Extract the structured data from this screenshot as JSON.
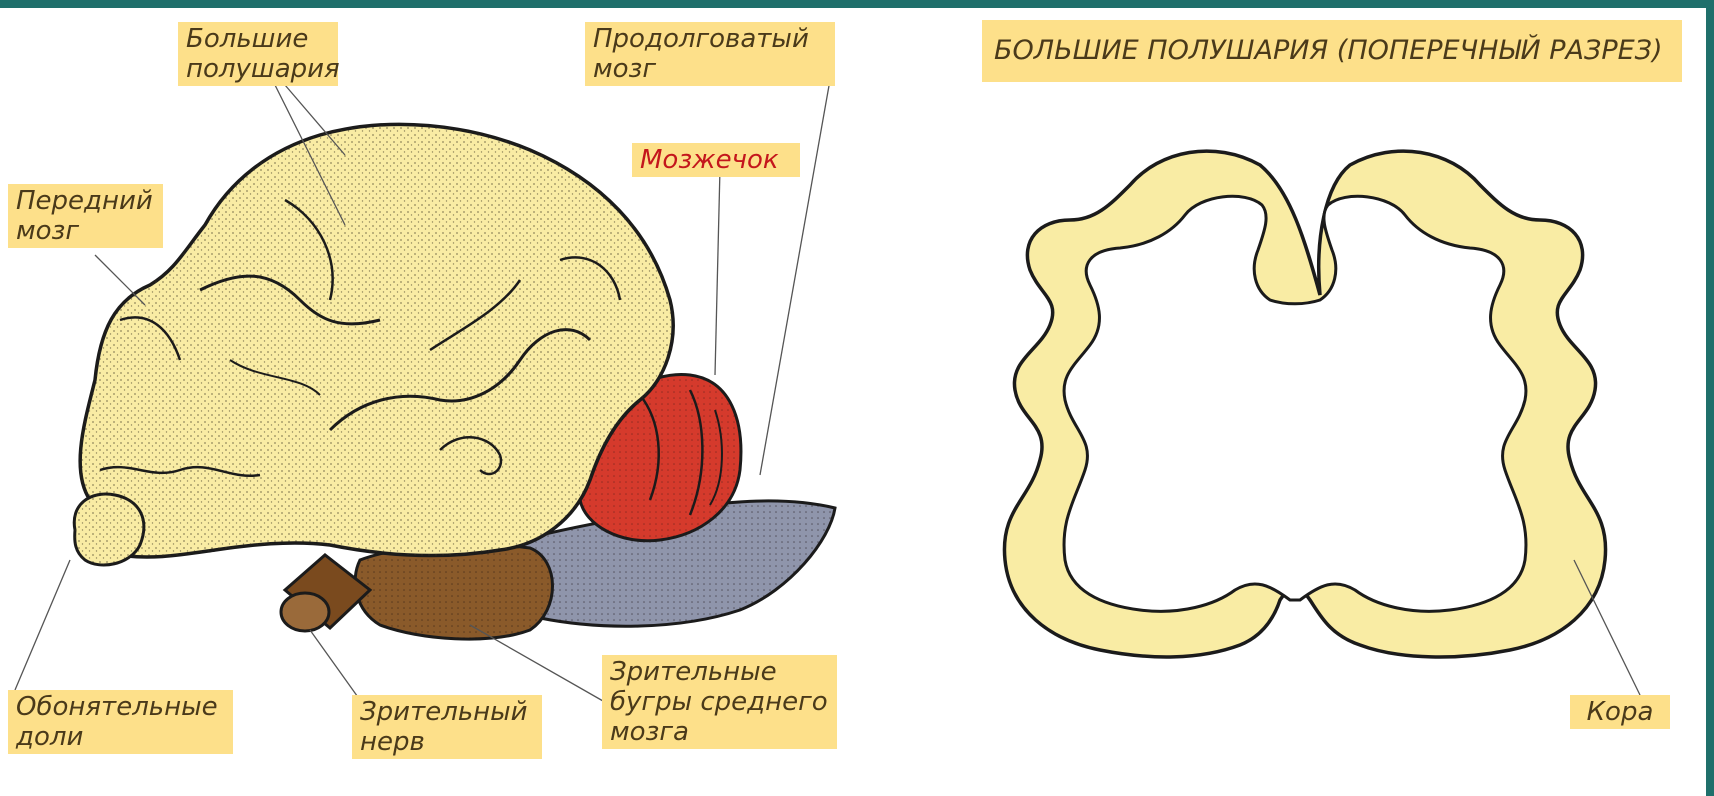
{
  "labels": {
    "hemispheres": "Большие полушария",
    "medulla": "Продолговатый мозг",
    "cerebellum": "Мозжечок",
    "forebrain": "Передний мозг",
    "olfactory": "Обонятельные доли",
    "optic_nerve": "Зрительный нерв",
    "optic_tubercles": "Зрительные бугры среднего мозга",
    "section_title": "БОЛЬШИЕ ПОЛУШАРИЯ (ПОПЕРЕЧНЫЙ РАЗРЕЗ)",
    "cortex": "Кора"
  },
  "colors": {
    "hemisphere_fill": "#f9eca4",
    "cerebellum_fill": "#d53a2c",
    "medulla_fill": "#8f95ab",
    "optic_fill": "#8a5a2a",
    "label_bg": "#fde08a",
    "frame": "#1f6f6b"
  }
}
